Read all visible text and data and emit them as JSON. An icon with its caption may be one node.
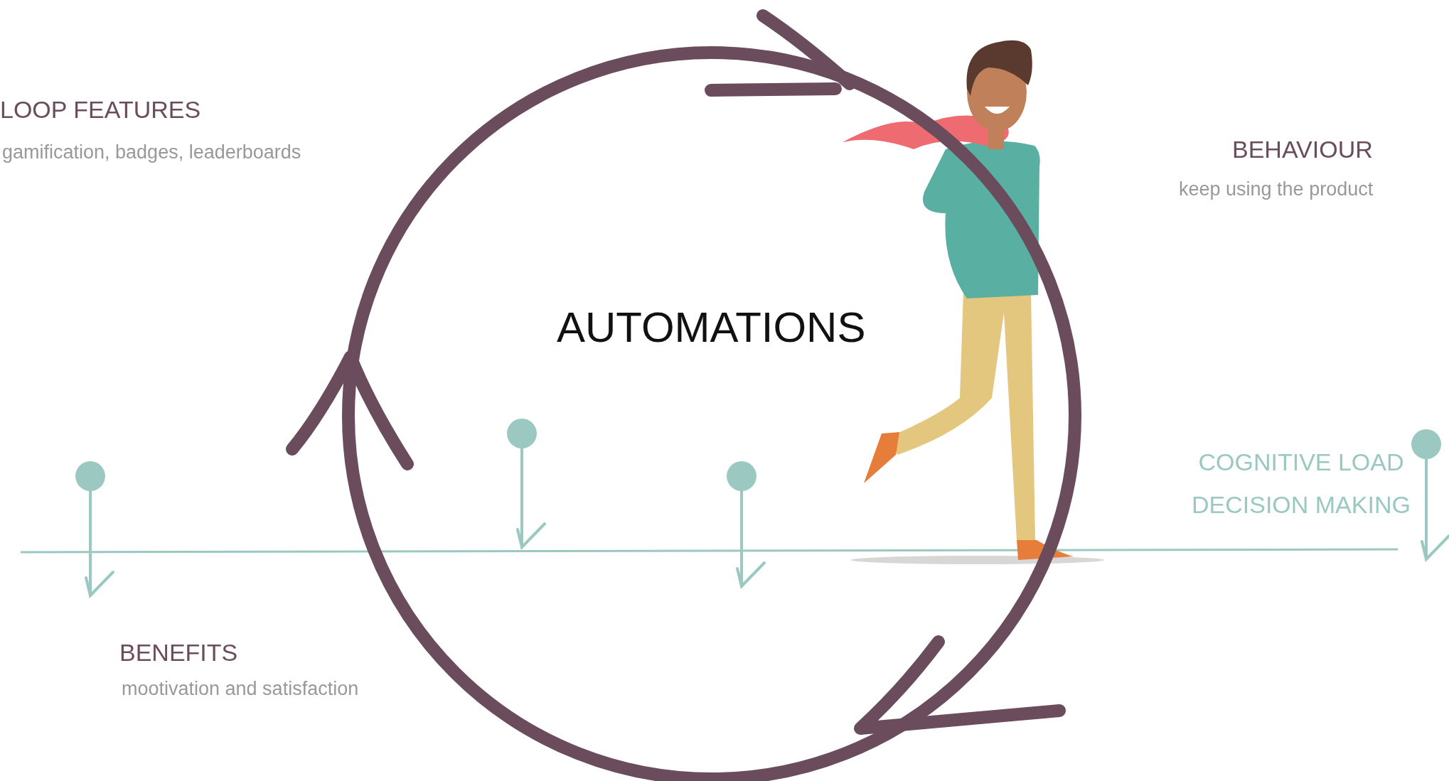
{
  "diagram": {
    "labels": [
      "LOOP FEATURES",
      "gamification, badges, leaderboards",
      "BEHAVIOUR",
      "keep using the product",
      "AUTOMATIONS",
      "COGNITIVE LOAD",
      "DECISION MAKING",
      "BENEFITS",
      "mootivation and satisfaction"
    ]
  }
}
